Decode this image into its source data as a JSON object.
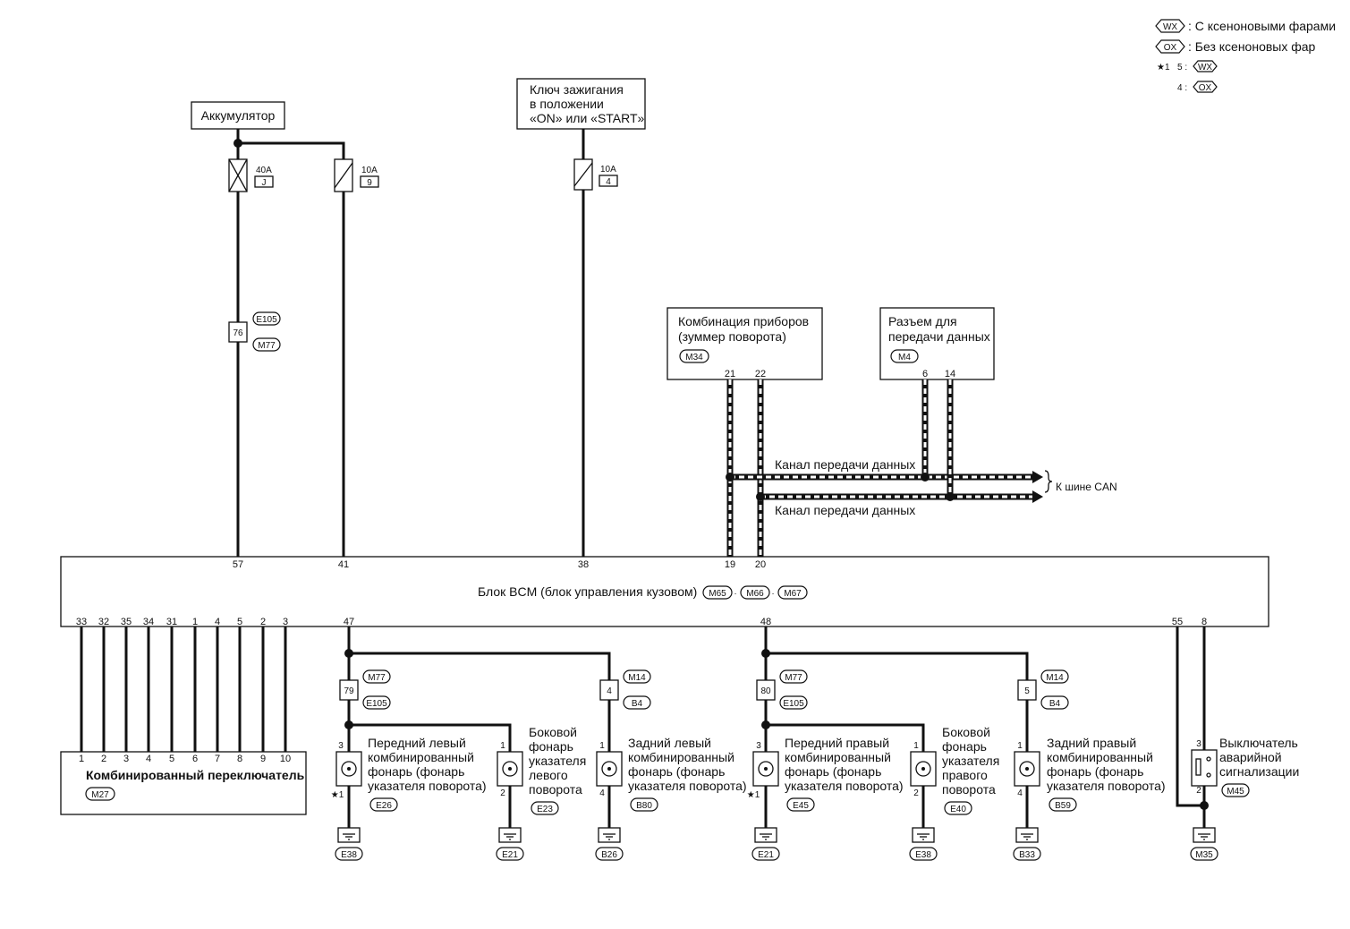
{
  "legend": {
    "wx_code": "WX",
    "wx_text": ": С ксеноновыми фарами",
    "ox_code": "OX",
    "ox_text": ": Без ксеноновых фар",
    "star_label": "★1",
    "star_line1_pin": "5 :",
    "star_line1_code": "WX",
    "star_line2_pin": "4 :",
    "star_line2_code": "OX"
  },
  "battery": {
    "label": "Аккумулятор",
    "fuse1_rating": "40A",
    "fuse1_id": "J",
    "fuse2_rating": "10A",
    "fuse2_id": "9"
  },
  "ignition": {
    "line1": "Ключ зажигания",
    "line2": "в положении",
    "line3": "«ON» или «START»",
    "fuse_rating": "10A",
    "fuse_id": "4"
  },
  "inline_connector_top": {
    "pin": "76",
    "conn1": "E105",
    "conn2": "M77"
  },
  "meter": {
    "line1": "Комбинация приборов",
    "line2": "(зуммер поворота)",
    "connector": "M34",
    "pin_a": "21",
    "pin_b": "22"
  },
  "dlc": {
    "line1": "Разъем для",
    "line2": "передачи данных",
    "connector": "M4",
    "pin_a": "6",
    "pin_b": "14"
  },
  "can": {
    "label_top": "Канал передачи данных",
    "label_bottom": "Канал передачи данных",
    "to_can": "К шине CAN"
  },
  "bcm": {
    "label": "Блок BCM (блок управления кузовом)",
    "conn1": "M65",
    "conn2": "M66",
    "conn3": "M67",
    "sep": "·",
    "top_pins": [
      "57",
      "41",
      "38",
      "19",
      "20"
    ],
    "bottom_pins_left": [
      "33",
      "32",
      "35",
      "34",
      "31",
      "1",
      "4",
      "5",
      "2",
      "3"
    ],
    "pin_47": "47",
    "pin_48": "48",
    "pin_55": "55",
    "pin_8": "8"
  },
  "combo_switch": {
    "label": "Комбинированный переключатель",
    "connector": "M27",
    "pins": [
      "1",
      "2",
      "3",
      "4",
      "5",
      "6",
      "7",
      "8",
      "9",
      "10"
    ]
  },
  "left_group": {
    "inline_pin": "79",
    "inline_conn1": "M77",
    "inline_conn2": "E105",
    "rear_inline_pin": "4",
    "rear_inline_conn1": "M14",
    "rear_inline_conn2": "B4",
    "front_lamp_lines": [
      "Передний левый",
      "комбинированный",
      "фонарь (фонарь",
      "указателя поворота)"
    ],
    "front_lamp_conn": "E26",
    "front_pin_top": "3",
    "front_star": "★1",
    "side_lamp_lines": [
      "Боковой",
      "фонарь",
      "указателя",
      "левого",
      "поворота"
    ],
    "side_lamp_conn": "E23",
    "side_pin_top": "1",
    "side_pin_bottom": "2",
    "rear_lamp_lines": [
      "Задний левый",
      "комбинированный",
      "фонарь (фонарь",
      "указателя поворота)"
    ],
    "rear_lamp_conn": "B80",
    "rear_pin_top": "1",
    "rear_pin_bottom": "4",
    "grounds": [
      "E38",
      "E21",
      "B26"
    ]
  },
  "right_group": {
    "inline_pin": "80",
    "inline_conn1": "M77",
    "inline_conn2": "E105",
    "rear_inline_pin": "5",
    "rear_inline_conn1": "M14",
    "rear_inline_conn2": "B4",
    "front_lamp_lines": [
      "Передний правый",
      "комбинированный",
      "фонарь (фонарь",
      "указателя поворота)"
    ],
    "front_lamp_conn": "E45",
    "front_pin_top": "3",
    "front_star": "★1",
    "side_lamp_lines": [
      "Боковой",
      "фонарь",
      "указателя",
      "правого",
      "поворота"
    ],
    "side_lamp_conn": "E40",
    "side_pin_top": "1",
    "side_pin_bottom": "2",
    "rear_lamp_lines": [
      "Задний правый",
      "комбинированный",
      "фонарь (фонарь",
      "указателя поворота)"
    ],
    "rear_lamp_conn": "B59",
    "rear_pin_top": "1",
    "rear_pin_bottom": "4",
    "grounds": [
      "E21",
      "E38",
      "B33"
    ]
  },
  "hazard": {
    "lines": [
      "Выключатель",
      "аварийной",
      "сигнализации"
    ],
    "connector": "M45",
    "pin_top": "3",
    "pin_bottom": "2",
    "ground": "M35"
  }
}
